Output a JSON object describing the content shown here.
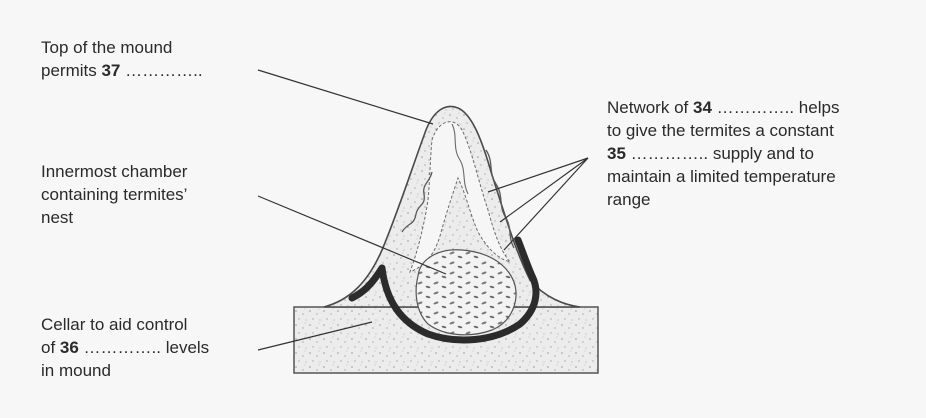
{
  "labels": {
    "top": {
      "line1": "Top of the mound",
      "line2_pre": "permits ",
      "line2_num": "37",
      "line2_post": " ………….."
    },
    "chamber": {
      "line1": "Innermost chamber",
      "line2": "containing termites’",
      "line3": "nest"
    },
    "network": {
      "line1_pre": "Network of ",
      "line1_num": "34",
      "line1_post": " ………….. helps",
      "line2": "to give the termites a constant",
      "line3_num": "35",
      "line3_post": " ………….. supply and to",
      "line4": "maintain a limited temperature",
      "line5": "range"
    },
    "cellar": {
      "line1": "Cellar to aid control",
      "line2_pre": "of ",
      "line2_num": "36",
      "line2_post": " ………….. levels",
      "line3": "in mound"
    }
  },
  "colors": {
    "text": "#2a2a2a",
    "background": "#f7f7f7",
    "mound_fill": "#e9e9e9",
    "cellar_band": "#2b2b2b"
  }
}
